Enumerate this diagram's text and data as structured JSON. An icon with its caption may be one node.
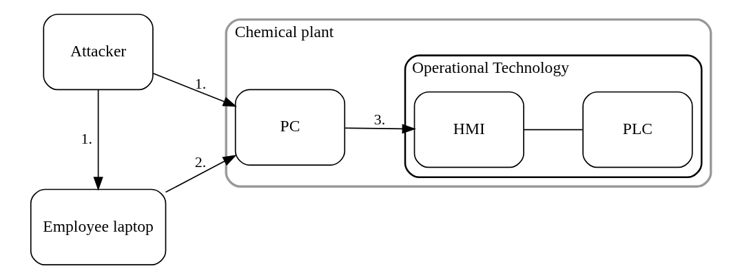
{
  "diagram": {
    "nodes": [
      {
        "text": [
          "Attacker"
        ]
      },
      {
        "text": [
          "Employee laptop"
        ]
      },
      {
        "text": [
          "Chemical plant"
        ]
      },
      {
        "text": [
          "PC"
        ],
        "in": 2
      },
      {
        "text": [
          "Operational Technology"
        ],
        "in": 2
      },
      {
        "text": [
          "HMI"
        ],
        "in": 4
      },
      {
        "text": [
          "PLC"
        ],
        "in": 4
      }
    ],
    "edges": [
      {
        "from": 0,
        "to": 1,
        "arrow": "to",
        "label": "1."
      },
      {
        "from": 0,
        "to": 3,
        "arrow": "to",
        "label": "1."
      },
      {
        "from": 1,
        "to": 3,
        "arrow": "to",
        "label": "2."
      },
      {
        "from": 3,
        "to": 5,
        "arrow": "to",
        "label": "3."
      },
      {
        "from": 5,
        "to": 6,
        "arrow": "none"
      }
    ]
  }
}
